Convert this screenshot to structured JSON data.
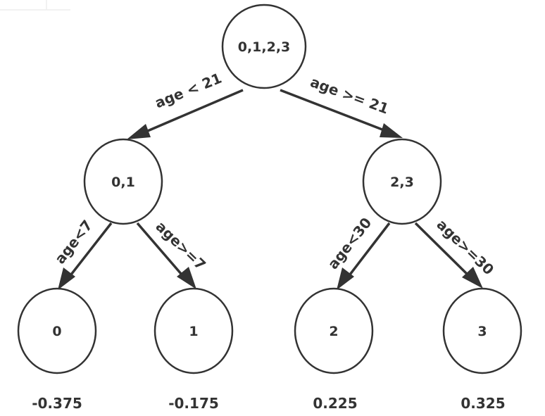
{
  "tree": {
    "root": {
      "label": "0,1,2,3"
    },
    "left": {
      "label": "0,1"
    },
    "right": {
      "label": "2,3"
    },
    "leaves": [
      {
        "label": "0",
        "value": "-0.375"
      },
      {
        "label": "1",
        "value": "-0.175"
      },
      {
        "label": "2",
        "value": "0.225"
      },
      {
        "label": "3",
        "value": "0.325"
      }
    ],
    "edges": {
      "root_left": "age < 21",
      "root_right": "age >= 21",
      "left_leaf0": "age<7",
      "left_leaf1": "age>=7",
      "right_leaf2": "age<30",
      "right_leaf3": "age>=30"
    }
  },
  "colors": {
    "stroke": "#333333",
    "background": "#ffffff"
  }
}
